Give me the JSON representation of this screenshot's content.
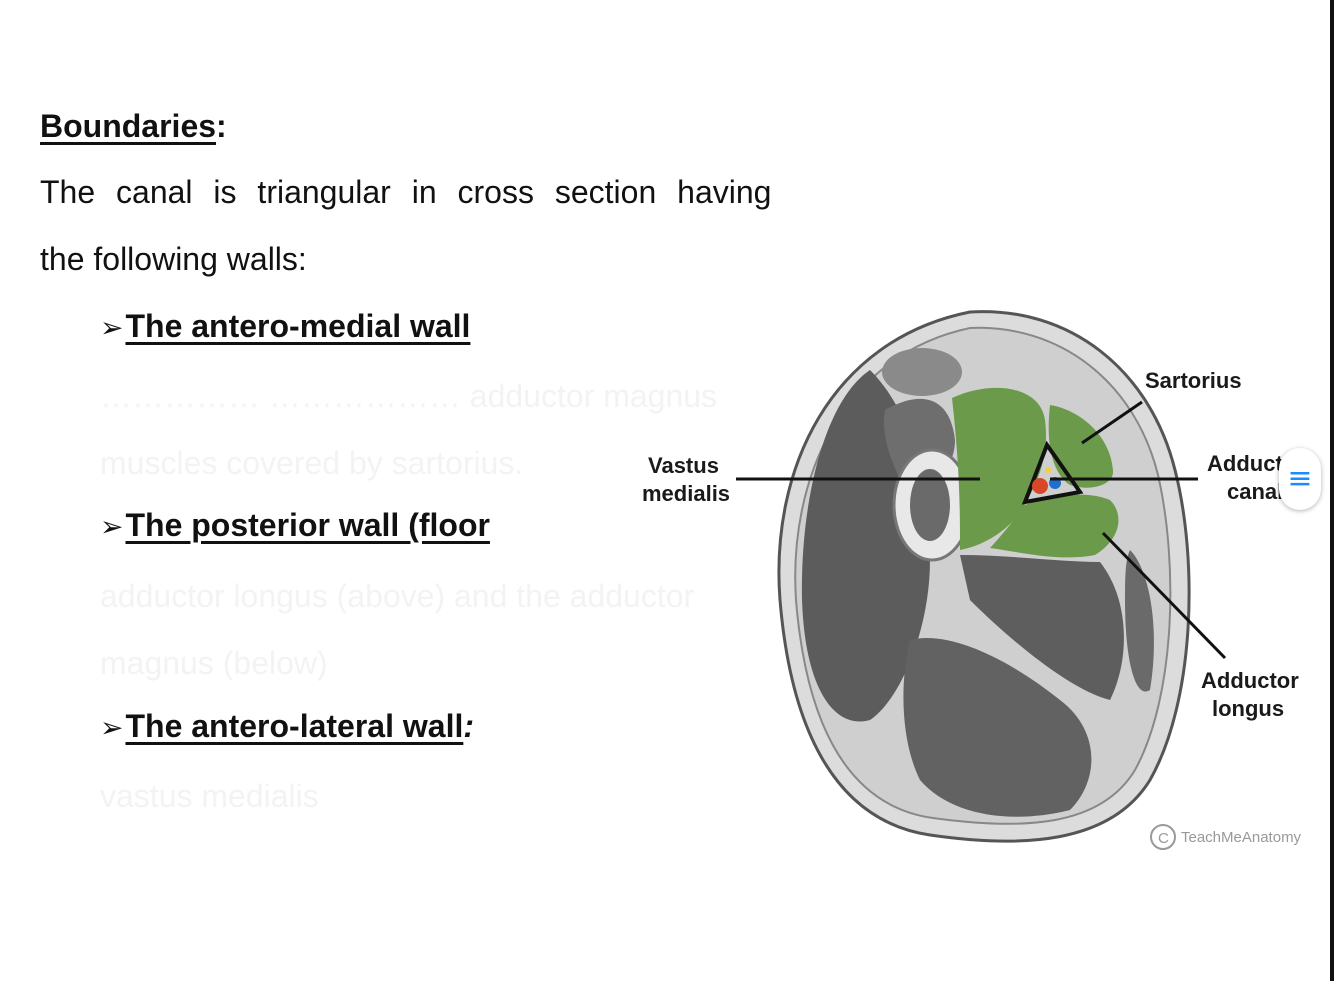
{
  "heading": {
    "text": "Boundaries",
    "suffix": ":"
  },
  "paragraph": {
    "line1": "The canal is triangular in cross section having",
    "line2": "the following walls:"
  },
  "bullets": [
    {
      "marker": "➢",
      "text": "The antero-medial wall",
      "suffix": ""
    },
    {
      "marker": "➢",
      "text": "The posterior wall (floor",
      "suffix": ""
    },
    {
      "marker": "➢",
      "text": "The antero-lateral wall",
      "suffix": ":"
    }
  ],
  "faded_lines": [
    "…………… ……………… adductor magnus",
    "muscles covered by sartorius.",
    "adductor longus (above) and the adductor",
    "magnus (below)",
    "vastus medialis"
  ],
  "figure": {
    "labels": {
      "sartorius": "Sartorius",
      "vastus_1": "Vastus",
      "vastus_2": "medialis",
      "adductor_canal_1": "Adduct",
      "adductor_canal_2": "canal",
      "adductor_longus_1": "Adductor",
      "adductor_longus_2": "longus"
    },
    "watermark": "TeachMeAnatomy",
    "colors": {
      "muscle_highlight": "#6a9a4a",
      "muscle_gray": "#5a5a5a",
      "artery": "#d9472b",
      "vein": "#1f6fd1"
    }
  },
  "menu_button": {
    "icon": "hamburger-menu-icon",
    "glyph": "≡"
  }
}
